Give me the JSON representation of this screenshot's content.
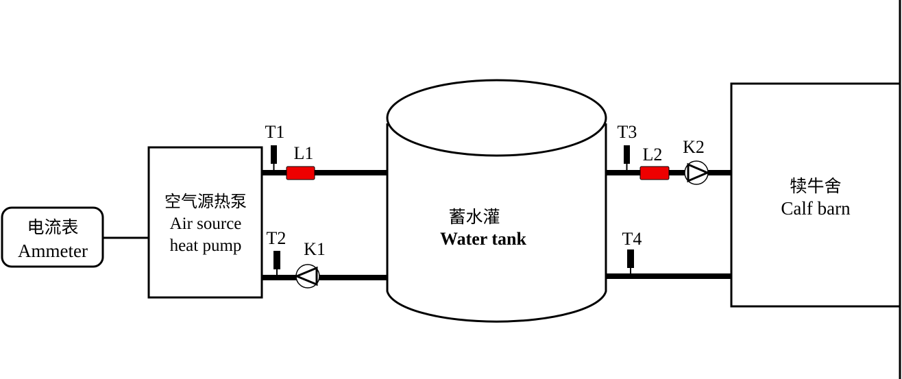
{
  "diagram": {
    "ammeter": {
      "cn": "电流表",
      "en": "Ammeter"
    },
    "heat_pump": {
      "cn": "空气源热泵",
      "en_line1": "Air source",
      "en_line2": "heat pump"
    },
    "water_tank": {
      "cn": "蓄水灌",
      "en": "Water tank"
    },
    "calf_barn": {
      "cn": "犊牛舍",
      "en": "Calf barn"
    },
    "sensors": {
      "t1": "T1",
      "t2": "T2",
      "t3": "T3",
      "t4": "T4"
    },
    "flowmeters": {
      "l1": "L1",
      "l2": "L2"
    },
    "pumps": {
      "k1": "K1",
      "k2": "K2"
    },
    "colors": {
      "flowmeter": "#ee0000",
      "line": "#000000",
      "background": "#ffffff"
    }
  }
}
